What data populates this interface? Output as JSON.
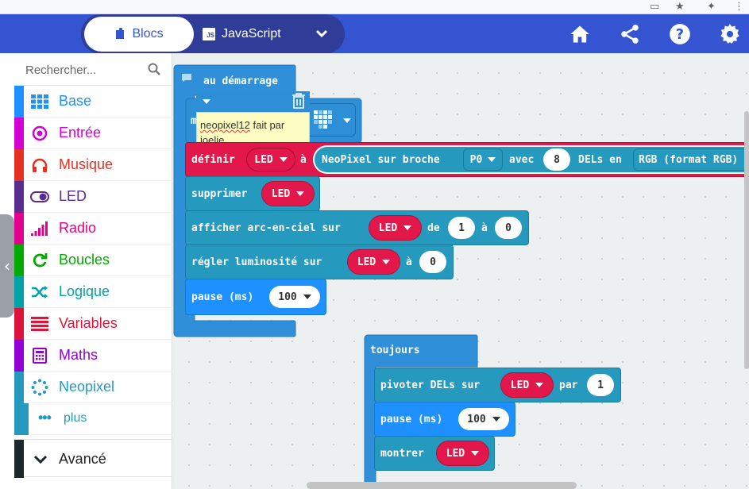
{
  "header": {
    "blocks_tab": "Blocs",
    "js_tab": "JavaScript",
    "js_badge": "JS",
    "icons": [
      "home-icon",
      "share-icon",
      "help-icon",
      "settings-icon"
    ]
  },
  "search": {
    "placeholder": "Rechercher..."
  },
  "categories": [
    {
      "label": "Base",
      "color": "#1e90ff",
      "icon": "grid-icon"
    },
    {
      "label": "Entrée",
      "color": "#d400d4",
      "icon": "target-icon"
    },
    {
      "label": "Musique",
      "color": "#e63022",
      "icon": "headphones-icon"
    },
    {
      "label": "LED",
      "color": "#5c2d91",
      "icon": "toggle-icon"
    },
    {
      "label": "Radio",
      "color": "#e3008c",
      "icon": "signal-icon"
    },
    {
      "label": "Boucles",
      "color": "#00aa00",
      "icon": "loop-icon"
    },
    {
      "label": "Logique",
      "color": "#00a4a6",
      "icon": "shuffle-icon"
    },
    {
      "label": "Variables",
      "color": "#dc143c",
      "icon": "lines-icon"
    },
    {
      "label": "Maths",
      "color": "#9400d3",
      "icon": "calculator-icon"
    },
    {
      "label": "Neopixel",
      "color": "#2699bf",
      "icon": "dots-circle-icon"
    }
  ],
  "more_label": "plus",
  "advanced_label": "Avancé",
  "comment": {
    "line1_user": "neopixel12",
    "line1_rest": " fait par",
    "line2": "joelie"
  },
  "blocks": {
    "on_start": "au démarrage",
    "hidden_block_initial": "m",
    "set_label": "définir",
    "var_name": "LED",
    "to_label": "à",
    "neopixel_label": "NeoPixel sur broche",
    "pin": "P0",
    "with_label": "avec",
    "led_count": "8",
    "leds_in_label": "DELs en",
    "mode": "RGB (format RGB)",
    "clear_label": "supprimer",
    "rainbow_label": "afficher arc-en-ciel sur",
    "of_label": "de",
    "rainbow_start": "1",
    "rainbow_end": "0",
    "brightness_label": "régler luminosité sur",
    "brightness_value": "0",
    "pause_label": "pause (ms)",
    "pause_value": "100",
    "forever_label": "toujours",
    "rotate_label": "pivoter DELs sur",
    "by_label": "par",
    "rotate_value": "1",
    "pause2_value": "100",
    "show_label": "montrer"
  }
}
